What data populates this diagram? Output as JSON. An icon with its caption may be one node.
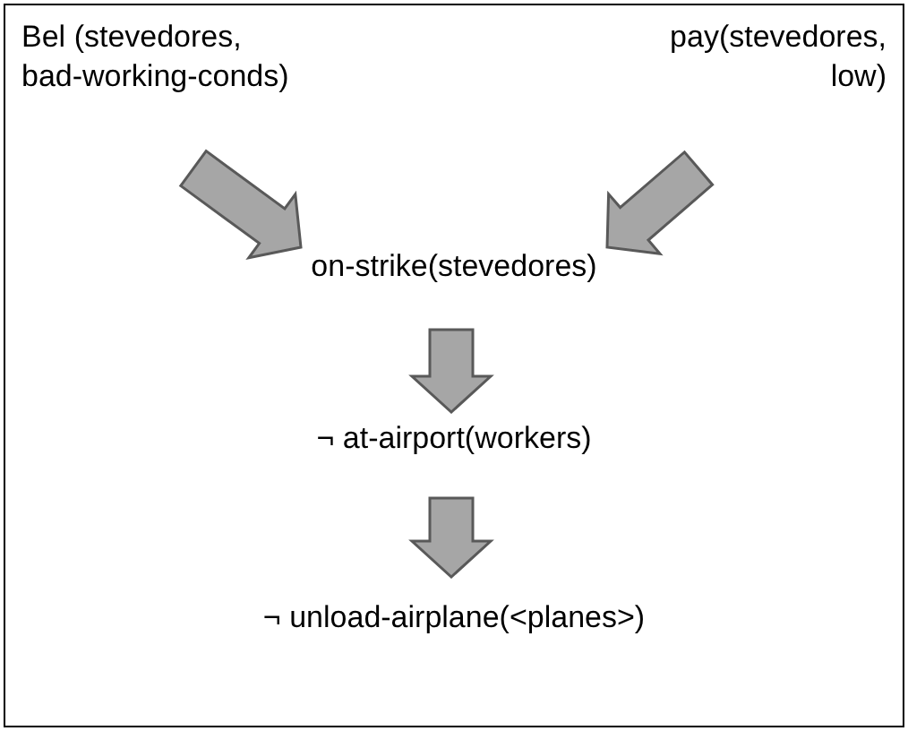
{
  "diagram": {
    "nodes": [
      {
        "text": [
          "Bel (stevedores, bad-working-conds)"
        ]
      },
      {
        "text": [
          "pay(stevedores, low)"
        ]
      },
      {
        "text": [
          "on-strike(stevedores)"
        ]
      },
      {
        "text": [
          "¬ at-airport(workers)"
        ]
      },
      {
        "text": [
          "¬ unload-airplane(<planes>)"
        ]
      }
    ],
    "edges": [
      {
        "from": 0,
        "to": 2,
        "arrow": "to"
      },
      {
        "from": 1,
        "to": 2,
        "arrow": "to"
      },
      {
        "from": 2,
        "to": 3,
        "arrow": "to"
      },
      {
        "from": 3,
        "to": 4,
        "arrow": "to"
      }
    ]
  }
}
